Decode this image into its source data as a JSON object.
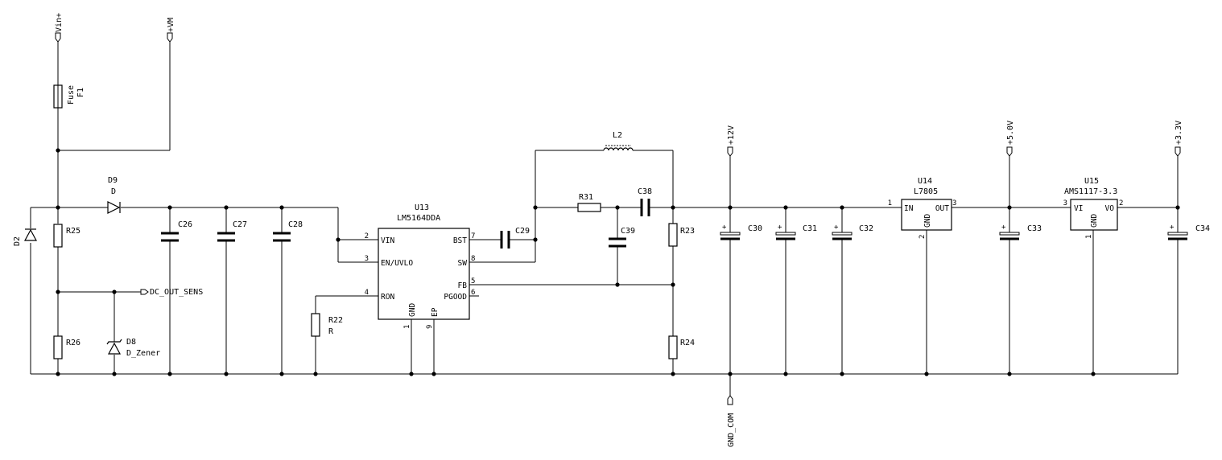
{
  "power": {
    "vin": "Vin+",
    "vm": "+VM",
    "v12": "+12V",
    "v5": "+5.0V",
    "v33": "+3.3V",
    "gnd_com": "GND_COM",
    "dc_out_sens": "DC_OUT_SENS"
  },
  "fuse": {
    "ref": "F1",
    "value": "Fuse"
  },
  "diodes": {
    "d9_ref": "D9",
    "d9_val": "D",
    "d2_ref": "D2",
    "d8_ref": "D8",
    "d8_val": "D_Zener"
  },
  "resistors": {
    "r25": "R25",
    "r26": "R26",
    "r22": "R22",
    "r22_val": "R",
    "r31": "R31",
    "r23": "R23",
    "r24": "R24"
  },
  "capacitors": {
    "c26": "C26",
    "c27": "C27",
    "c28": "C28",
    "c29": "C29",
    "c38": "C38",
    "c39": "C39",
    "c30": "C30",
    "c31": "C31",
    "c32": "C32",
    "c33": "C33",
    "c34": "C34",
    "plus": "+"
  },
  "inductor": {
    "ref": "L2"
  },
  "u13": {
    "ref": "U13",
    "value": "LM5164DDA",
    "pins": {
      "vin": "VIN",
      "vin_n": "2",
      "en": "EN/UVLO",
      "en_n": "3",
      "ron": "RON",
      "ron_n": "4",
      "gnd": "GND",
      "gnd_n": "1",
      "ep": "EP",
      "ep_n": "9",
      "bst": "BST",
      "bst_n": "7",
      "sw": "SW",
      "sw_n": "8",
      "fb": "FB",
      "fb_n": "5",
      "pgood": "PGOOD",
      "pgood_n": "6"
    }
  },
  "u14": {
    "ref": "U14",
    "value": "L7805",
    "pins": {
      "in": "IN",
      "in_n": "1",
      "out": "OUT",
      "out_n": "3",
      "gnd": "GND",
      "gnd_n": "2"
    }
  },
  "u15": {
    "ref": "U15",
    "value": "AMS1117-3.3",
    "pins": {
      "vi": "VI",
      "vi_n": "3",
      "vo": "VO",
      "vo_n": "2",
      "gnd": "GND",
      "gnd_n": "1"
    }
  }
}
